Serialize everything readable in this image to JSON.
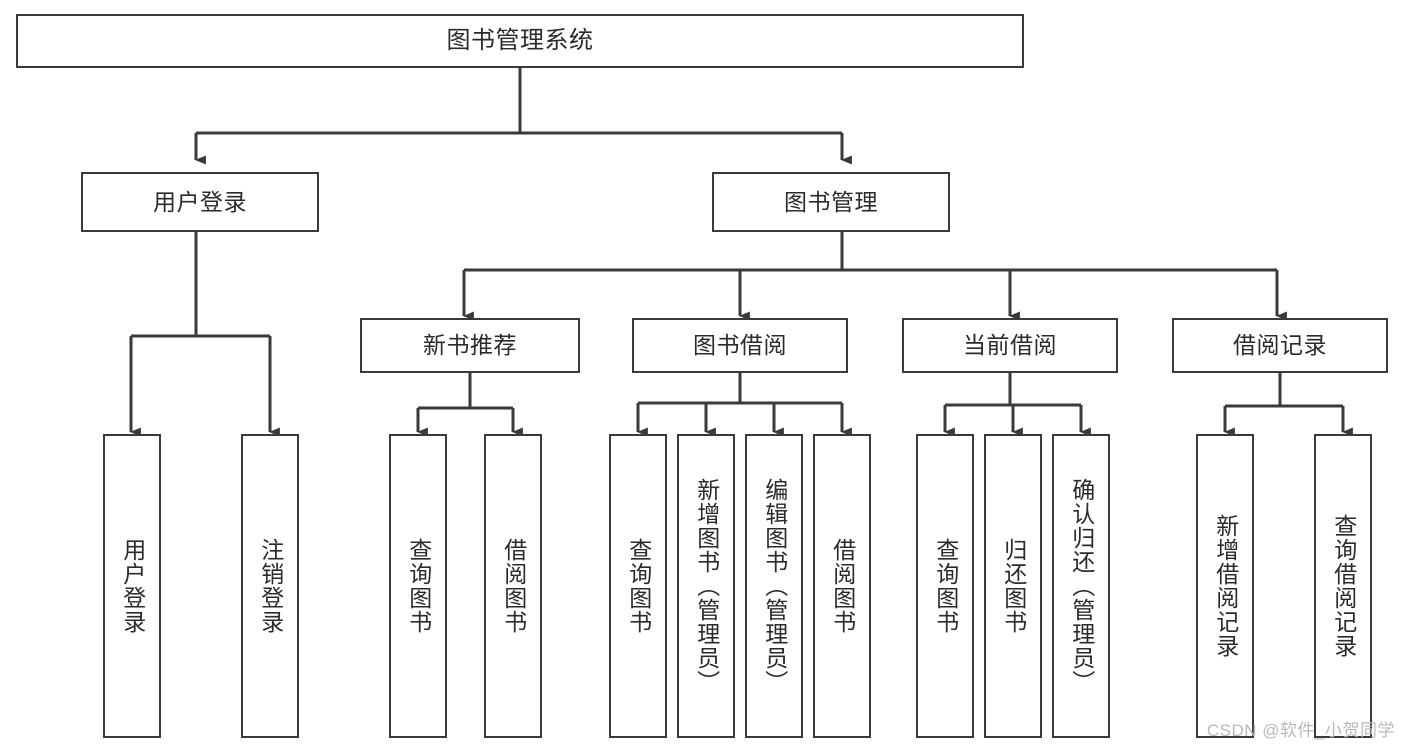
{
  "diagram": {
    "type": "hierarchy-tree",
    "title": "图书管理系统",
    "watermark": "CSDN @软件_小贺同学",
    "colors": {
      "box_border": "#3a3a3a",
      "box_fill": "#ffffff",
      "connector": "#3a3a3a",
      "text": "#2b2b2b",
      "watermark": "#b9b9b9",
      "background": "#ffffff"
    },
    "root": {
      "id": "root",
      "label": "图书管理系统"
    },
    "level1": [
      {
        "id": "user-login",
        "label": "用户登录"
      },
      {
        "id": "book-manage",
        "label": "图书管理"
      }
    ],
    "level2": [
      {
        "id": "new-book-recommend",
        "label": "新书推荐",
        "parent": "book-manage"
      },
      {
        "id": "book-borrow",
        "label": "图书借阅",
        "parent": "book-manage"
      },
      {
        "id": "current-borrow",
        "label": "当前借阅",
        "parent": "book-manage"
      },
      {
        "id": "borrow-record",
        "label": "借阅记录",
        "parent": "book-manage"
      }
    ],
    "leaves": [
      {
        "id": "leaf-user-login",
        "label": "用户登录",
        "parent": "user-login"
      },
      {
        "id": "leaf-user-logout",
        "label": "注销登录",
        "parent": "user-login"
      },
      {
        "id": "leaf-query-book-1",
        "label": "查询图书",
        "parent": "new-book-recommend"
      },
      {
        "id": "leaf-borrow-book-1",
        "label": "借阅图书",
        "parent": "new-book-recommend"
      },
      {
        "id": "leaf-query-book-2",
        "label": "查询图书",
        "parent": "book-borrow"
      },
      {
        "id": "leaf-add-book",
        "label": "新增图书（管理员）",
        "parent": "book-borrow"
      },
      {
        "id": "leaf-edit-book",
        "label": "编辑图书（管理员）",
        "parent": "book-borrow"
      },
      {
        "id": "leaf-borrow-book-2",
        "label": "借阅图书",
        "parent": "book-borrow"
      },
      {
        "id": "leaf-query-book-3",
        "label": "查询图书",
        "parent": "current-borrow"
      },
      {
        "id": "leaf-return-book",
        "label": "归还图书",
        "parent": "current-borrow"
      },
      {
        "id": "leaf-confirm-return",
        "label": "确认归还（管理员）",
        "parent": "current-borrow"
      },
      {
        "id": "leaf-add-record",
        "label": "新增借阅记录",
        "parent": "borrow-record"
      },
      {
        "id": "leaf-query-record",
        "label": "查询借阅记录",
        "parent": "borrow-record"
      }
    ]
  }
}
